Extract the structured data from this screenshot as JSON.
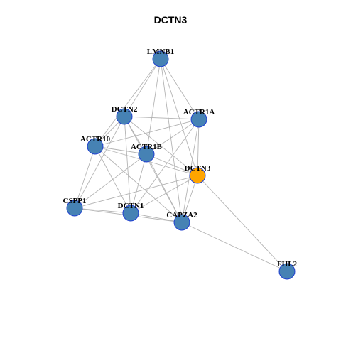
{
  "title": "DCTN3",
  "colors": {
    "node_default": "#4682b4",
    "node_highlight": "#ffa500",
    "node_border": "#1f3fd1",
    "edge": "#b4b4b4"
  },
  "nodes": [
    {
      "id": "LMNB1",
      "label": "LMNB1",
      "highlight": false
    },
    {
      "id": "DCTN2",
      "label": "DCTN2",
      "highlight": false
    },
    {
      "id": "ACTR1A",
      "label": "ACTR1A",
      "highlight": false
    },
    {
      "id": "ACTR10",
      "label": "ACTR10",
      "highlight": false
    },
    {
      "id": "ACTR1B",
      "label": "ACTR1B",
      "highlight": false
    },
    {
      "id": "DCTN3",
      "label": "DCTN3",
      "highlight": true
    },
    {
      "id": "CSPP1",
      "label": "CSPP1",
      "highlight": false
    },
    {
      "id": "DCTN1",
      "label": "DCTN1",
      "highlight": false
    },
    {
      "id": "CAPZA2",
      "label": "CAPZA2",
      "highlight": false
    },
    {
      "id": "FHL2",
      "label": "FHL2",
      "highlight": false
    }
  ],
  "edges": [
    [
      "LMNB1",
      "DCTN2"
    ],
    [
      "LMNB1",
      "ACTR10"
    ],
    [
      "LMNB1",
      "ACTR1A"
    ],
    [
      "LMNB1",
      "ACTR1B"
    ],
    [
      "LMNB1",
      "DCTN3"
    ],
    [
      "LMNB1",
      "CAPZA2"
    ],
    [
      "DCTN2",
      "ACTR1A"
    ],
    [
      "DCTN2",
      "ACTR10"
    ],
    [
      "DCTN2",
      "ACTR1B"
    ],
    [
      "DCTN2",
      "DCTN3"
    ],
    [
      "DCTN2",
      "DCTN1"
    ],
    [
      "DCTN2",
      "CAPZA2"
    ],
    [
      "DCTN2",
      "CSPP1"
    ],
    [
      "ACTR1A",
      "ACTR10"
    ],
    [
      "ACTR1A",
      "ACTR1B"
    ],
    [
      "ACTR1A",
      "DCTN3"
    ],
    [
      "ACTR1A",
      "DCTN1"
    ],
    [
      "ACTR1A",
      "CAPZA2"
    ],
    [
      "ACTR10",
      "ACTR1B"
    ],
    [
      "ACTR10",
      "DCTN3"
    ],
    [
      "ACTR10",
      "CSPP1"
    ],
    [
      "ACTR10",
      "DCTN1"
    ],
    [
      "ACTR10",
      "CAPZA2"
    ],
    [
      "ACTR1B",
      "DCTN3"
    ],
    [
      "ACTR1B",
      "CSPP1"
    ],
    [
      "ACTR1B",
      "DCTN1"
    ],
    [
      "ACTR1B",
      "CAPZA2"
    ],
    [
      "DCTN3",
      "CSPP1"
    ],
    [
      "DCTN3",
      "DCTN1"
    ],
    [
      "DCTN3",
      "CAPZA2"
    ],
    [
      "CSPP1",
      "DCTN1"
    ],
    [
      "CSPP1",
      "CAPZA2"
    ],
    [
      "DCTN1",
      "CAPZA2"
    ],
    [
      "CAPZA2",
      "FHL2"
    ],
    [
      "DCTN3",
      "FHL2"
    ]
  ]
}
